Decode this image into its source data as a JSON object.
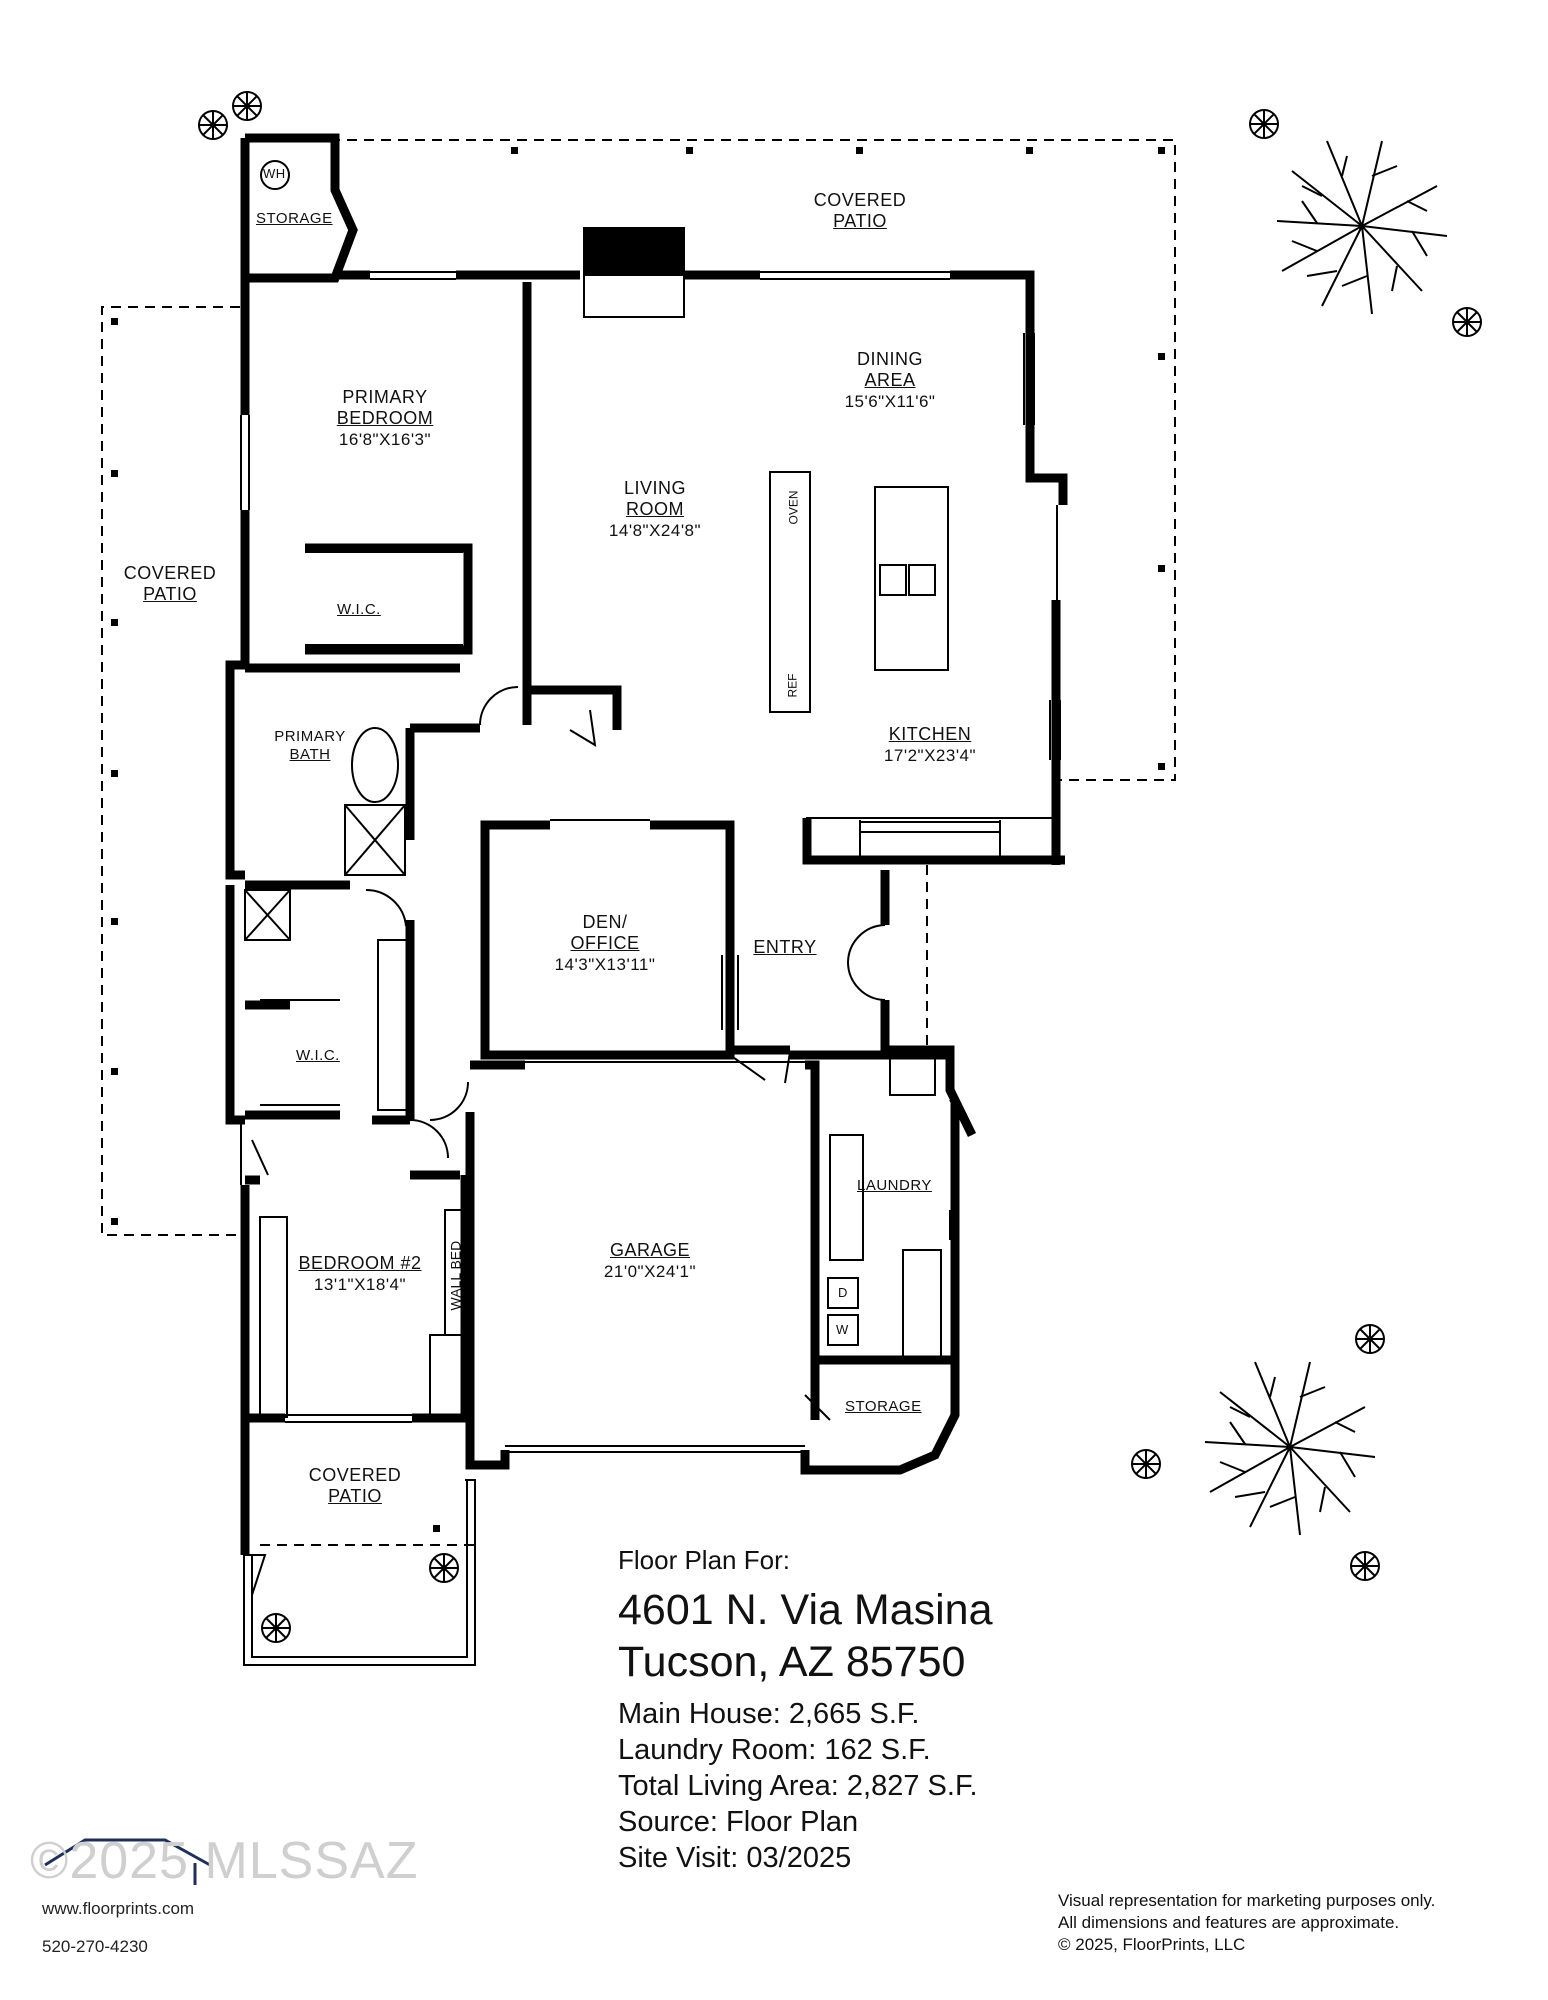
{
  "rooms": {
    "covered_patio_top": {
      "line1": "COVERED",
      "line2": "PATIO"
    },
    "covered_patio_left": {
      "line1": "COVERED",
      "line2": "PATIO"
    },
    "covered_patio_bottom": {
      "line1": "COVERED",
      "line2": "PATIO"
    },
    "storage_top": "STORAGE",
    "wh": "WH",
    "primary_bedroom": {
      "line1": "PRIMARY",
      "line2": "BEDROOM",
      "dim": "16'8\"x16'3\""
    },
    "living_room": {
      "line1": "LIVING",
      "line2": "ROOM",
      "dim": "14'8\"x24'8\""
    },
    "dining_area": {
      "line1": "DINING",
      "line2": "AREA",
      "dim": "15'6\"x11'6\""
    },
    "kitchen": {
      "line1": "KITCHEN",
      "dim": "17'2\"x23'4\""
    },
    "wic_primary": "W.I.C.",
    "primary_bath": {
      "line1": "PRIMARY",
      "line2": "BATH"
    },
    "den_office": {
      "line1": "DEN/",
      "line2": "OFFICE",
      "dim": "14'3\"x13'11\""
    },
    "entry": "ENTRY",
    "wic_second": "W.I.C.",
    "bedroom2": {
      "line1": "BEDROOM #2",
      "dim": "13'1\"x18'4\""
    },
    "wall_bed": "WALL BED",
    "garage": {
      "line1": "GARAGE",
      "dim": "21'0\"x24'1\""
    },
    "laundry": "LAUNDRY",
    "storage_bottom": "STORAGE",
    "oven": "OVEN",
    "ref": "REF",
    "dryer": "D",
    "washer": "W"
  },
  "info": {
    "for": "Floor Plan For:",
    "address1": "4601 N. Via Masina",
    "address2": "Tucson, AZ  85750",
    "main_house": "Main House:  2,665 S.F.",
    "laundry_room": "Laundry Room:  162 S.F.",
    "total_living": "Total Living Area:  2,827 S.F.",
    "source": "Source:  Floor Plan",
    "site_visit": "Site Visit:  03/2025"
  },
  "brand": {
    "watermark": "©2025 MLSSAZ",
    "website": "www.floorprints.com",
    "phone": "520-270-4230"
  },
  "disclaimer": {
    "line1": "Visual representation for marketing purposes only.",
    "line2": "All dimensions and features are approximate.",
    "line3": "© 2025, FloorPrints, LLC"
  },
  "colors": {
    "wall": "#000000",
    "background": "#ffffff",
    "watermark": "#cfcfcf"
  }
}
